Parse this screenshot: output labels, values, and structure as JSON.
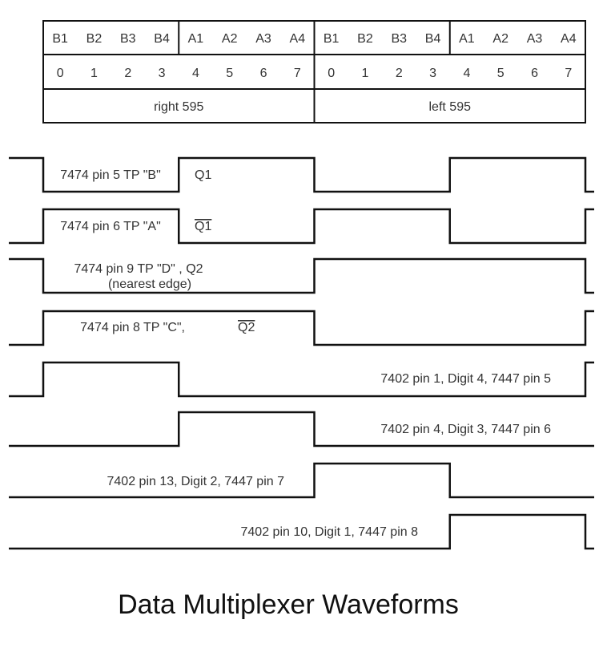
{
  "title": "Data Multiplexer Waveforms",
  "colors": {
    "line": "#111111",
    "text": "#333333",
    "background": "#ffffff"
  },
  "timing_table": {
    "slot_labels": [
      "B1",
      "B2",
      "B3",
      "B4",
      "A1",
      "A2",
      "A3",
      "A4",
      "B1",
      "B2",
      "B3",
      "B4",
      "A1",
      "A2",
      "A3",
      "A4"
    ],
    "slot_numbers": [
      "0",
      "1",
      "2",
      "3",
      "4",
      "5",
      "6",
      "7",
      "0",
      "1",
      "2",
      "3",
      "4",
      "5",
      "6",
      "7"
    ],
    "groups": [
      {
        "label": "right 595",
        "slots": 8
      },
      {
        "label": "left 595",
        "slots": 8
      }
    ]
  },
  "signals": [
    {
      "name": "7474 pin 5 TP \"B\"",
      "extra": "Q1",
      "extra_overline": false,
      "initial_level": 1,
      "transitions": [
        0,
        4,
        8,
        12,
        16
      ],
      "end_level": 0
    },
    {
      "name": "7474 pin 6 TP \"A\"",
      "extra": "Q1",
      "extra_overline": true,
      "initial_level": 0,
      "transitions": [
        0,
        4,
        8,
        12,
        16
      ],
      "end_level": 1
    },
    {
      "name": "7474 pin 9 TP \"D\" , Q2",
      "extra": "(nearest edge)",
      "extra_overline": false,
      "initial_level": 1,
      "transitions": [
        0,
        8,
        16
      ],
      "end_level": 0
    },
    {
      "name": "7474 pin 8 TP \"C\", ",
      "extra": "Q2",
      "extra_overline": true,
      "initial_level": 0,
      "transitions": [
        0,
        8,
        16
      ],
      "end_level": 1
    },
    {
      "name": "7402 pin 1, Digit 4, 7447 pin 5",
      "extra": "",
      "extra_overline": false,
      "initial_level": 0,
      "transitions": [
        0,
        4,
        16
      ],
      "end_level": 1
    },
    {
      "name": "7402 pin 4, Digit 3, 7447 pin 6",
      "extra": "",
      "extra_overline": false,
      "initial_level": 0,
      "transitions": [
        4,
        8
      ],
      "end_level": 0
    },
    {
      "name": "7402 pin 13, Digit 2, 7447 pin 7",
      "extra": "",
      "extra_overline": false,
      "initial_level": 0,
      "transitions": [
        8,
        12
      ],
      "end_level": 0
    },
    {
      "name": "7402 pin 10, Digit 1, 7447 pin 8",
      "extra": "",
      "extra_overline": false,
      "initial_level": 0,
      "transitions": [
        12,
        16
      ],
      "end_level": 0
    }
  ]
}
